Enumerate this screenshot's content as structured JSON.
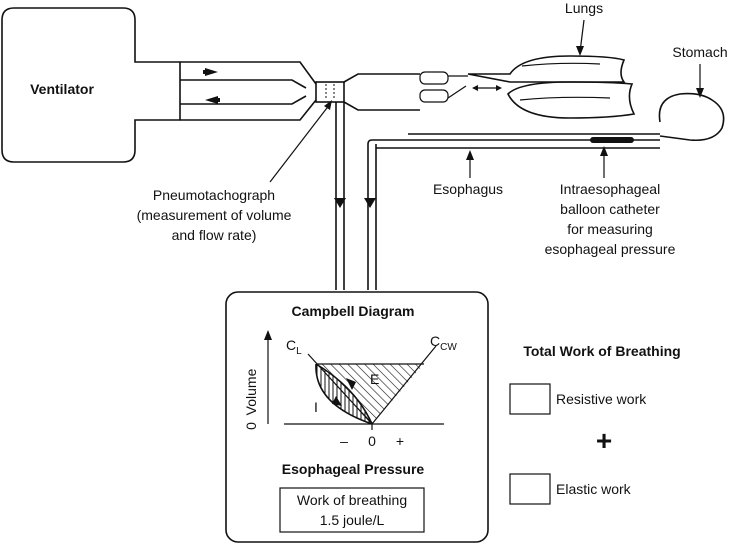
{
  "labels": {
    "ventilator": "Ventilator",
    "lungs": "Lungs",
    "stomach": "Stomach",
    "pneumo_line1": "Pneumotachograph",
    "pneumo_line2": "(measurement of volume",
    "pneumo_line3": "and flow rate)",
    "esophagus": "Esophagus",
    "catheter_line1": "Intraesophageal",
    "catheter_line2": "balloon catheter",
    "catheter_line3": "for measuring",
    "catheter_line4": "esophageal pressure"
  },
  "campbell": {
    "title": "Campbell Diagram",
    "y_axis": "Volume",
    "y_zero": "0",
    "x_minus": "–",
    "x_zero": "0",
    "x_plus": "+",
    "cl_main": "C",
    "cl_sub": "L",
    "ccw_main": "C",
    "ccw_sub": "CW",
    "label_e": "E",
    "label_i": "I",
    "x_axis": "Esophageal Pressure",
    "work_line1": "Work of breathing",
    "work_line2": "1.5 joule/L"
  },
  "legend": {
    "title": "Total Work of Breathing",
    "resistive": "Resistive work",
    "plus": "+",
    "elastic": "Elastic work"
  }
}
